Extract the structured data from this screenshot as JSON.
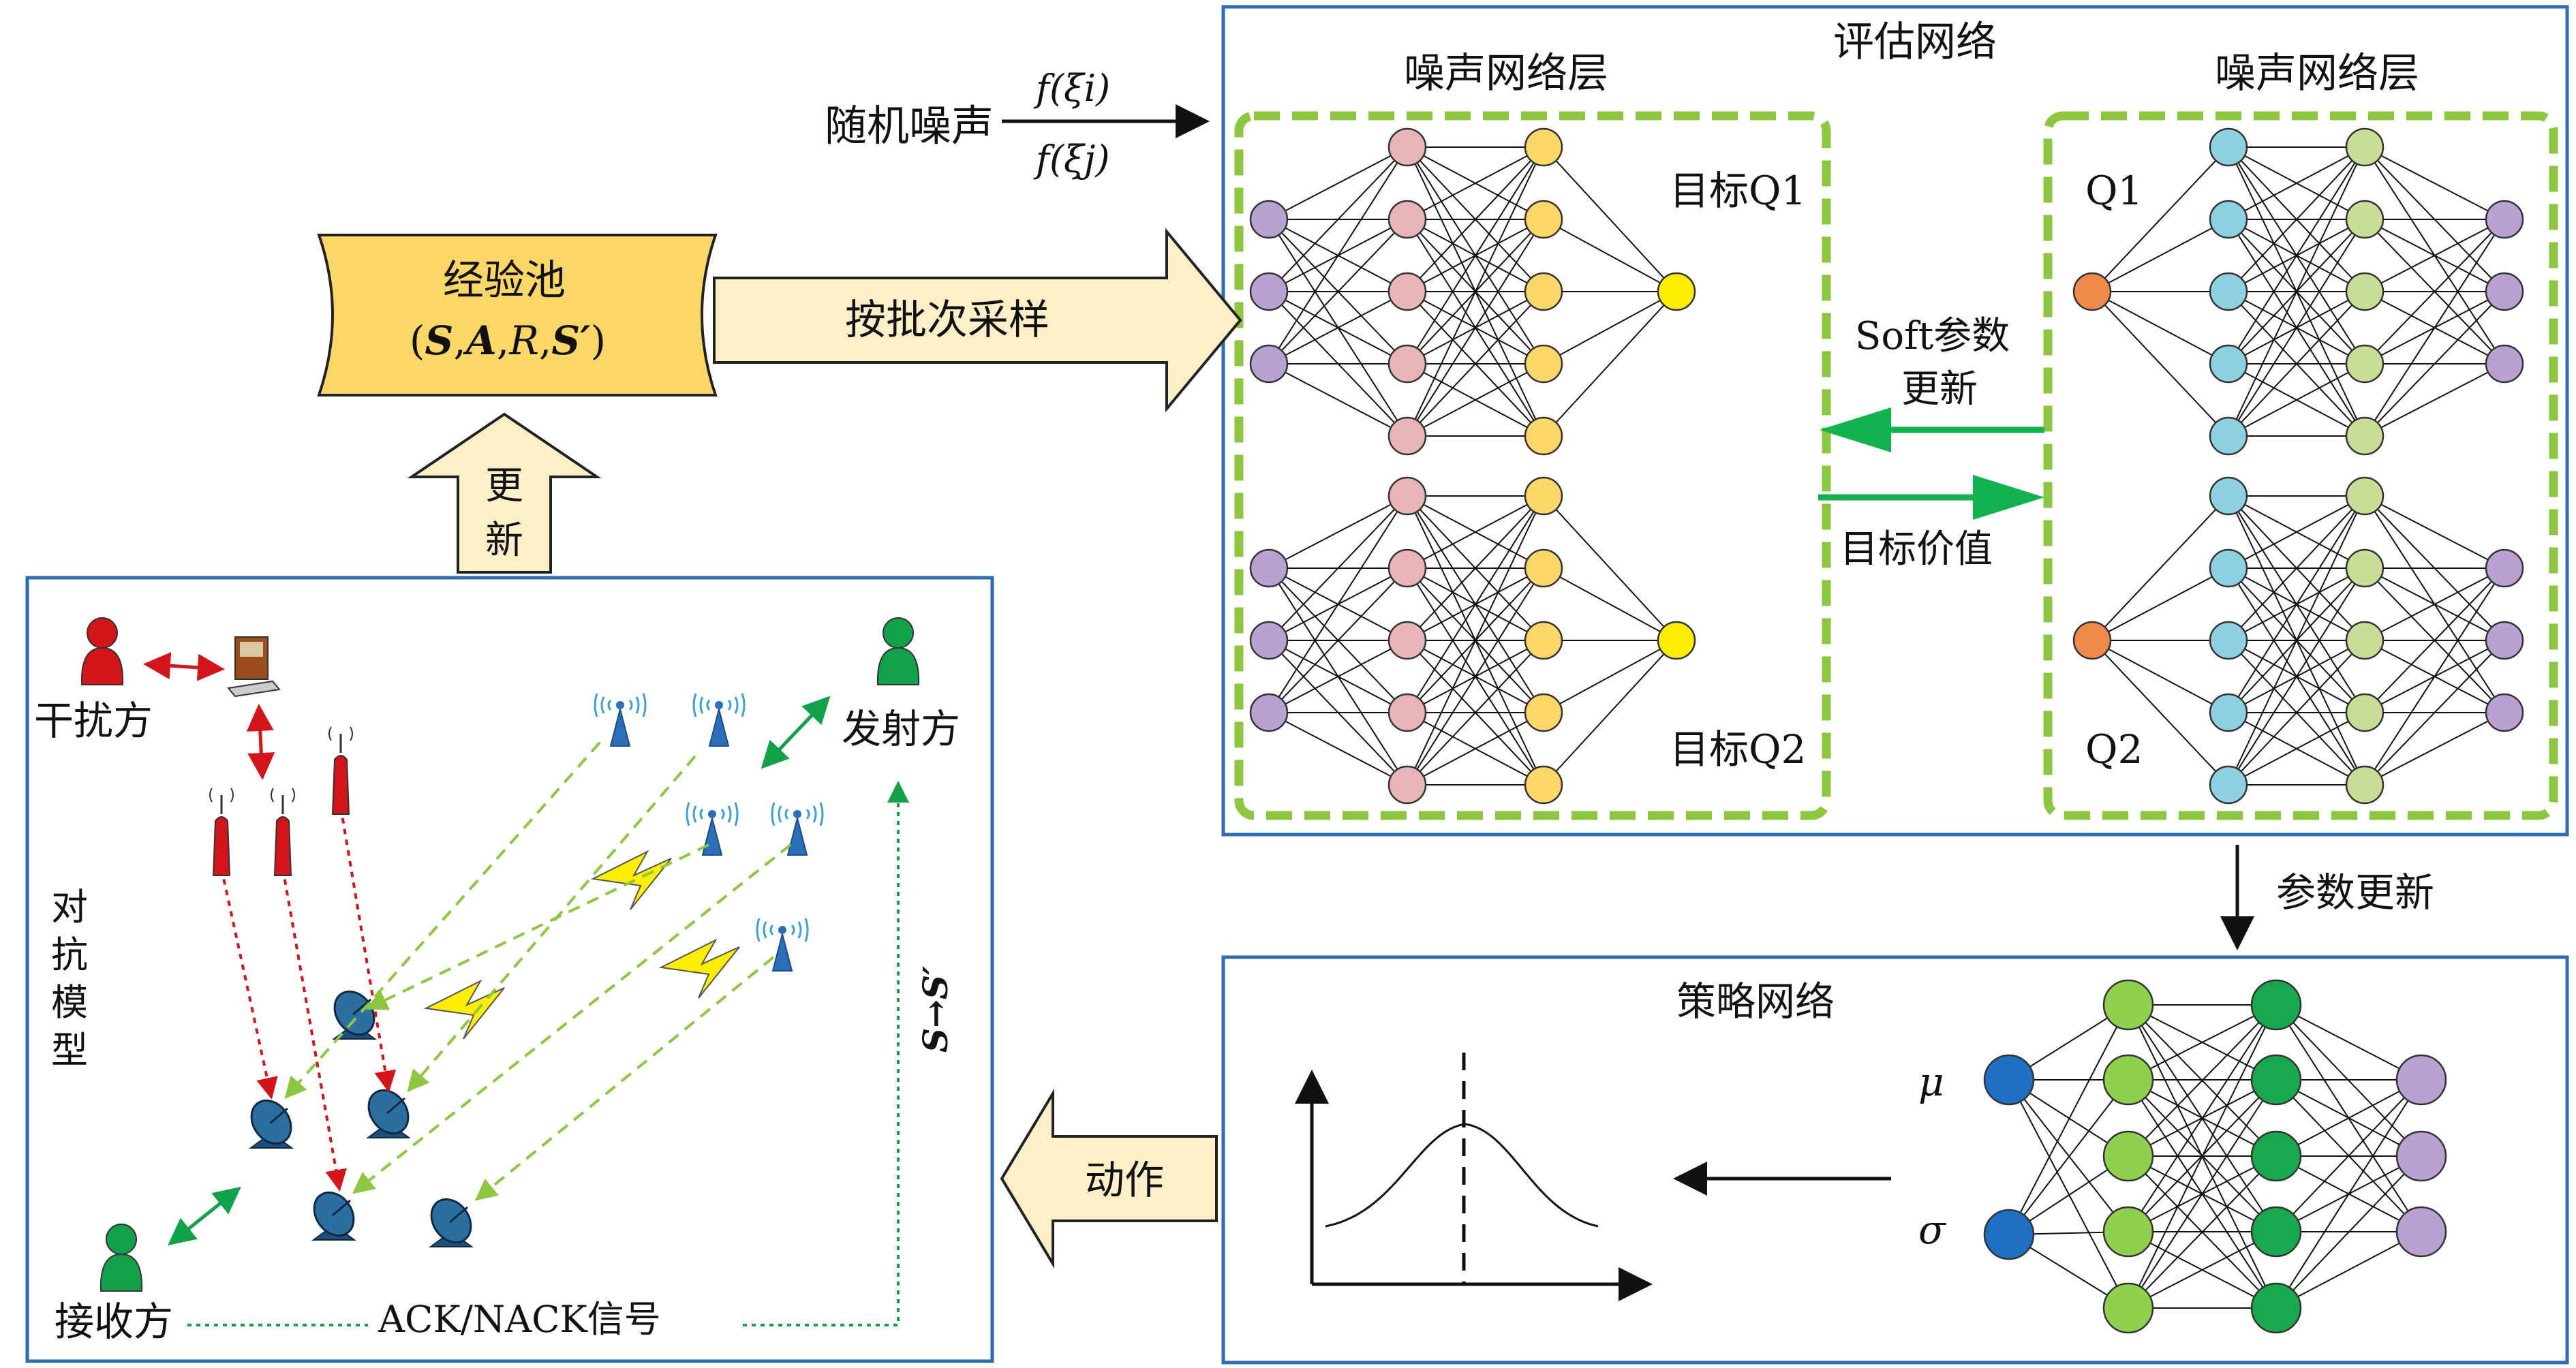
{
  "colors": {
    "frame_blue": "#2f6db3",
    "dash_green": "#8dc63f",
    "update_arrow_green": "#12b24f",
    "pool_fill": "#fcd666",
    "block_arrow_fill": "#fdefc8",
    "node_purple": "#b8a2d2",
    "node_pink": "#e8b4b8",
    "node_yellow": "#fcd666",
    "node_output_yellow": "#ffee00",
    "node_orange": "#f08a4b",
    "node_lightblue": "#8ecfe0",
    "node_olive": "#c9dd97",
    "node_policy_blue": "#1f6fc4",
    "node_policy_lightgreen": "#8fd14f",
    "node_policy_green": "#18a94e",
    "node_policy_purple": "#b8a2d2",
    "red_signal": "#d4141b",
    "green_signal": "#12a04a",
    "light_green_signal": "#8dc63f"
  },
  "labels": {
    "random_noise": "随机噪声",
    "f_xi_i": "f(ξi)",
    "f_xi_j": "f(ξj)",
    "eval_network_title": "评估网络",
    "noise_layer_left": "噪声网络层",
    "noise_layer_right": "噪声网络层",
    "target_q1": "目标Q1",
    "target_q2": "目标Q2",
    "q1": "Q1",
    "q2": "Q2",
    "soft_update_line1": "Soft参数",
    "soft_update_line2": "更新",
    "target_value": "目标价值",
    "experience_pool": "经验池",
    "pool_tuple_open": "(",
    "pool_S": "S",
    "pool_A": "A",
    "pool_R": "R",
    "pool_Sp": "S′",
    "pool_tuple_close": ")",
    "batch_sample": "按批次采样",
    "update_vertical_1": "更",
    "update_vertical_2": "新",
    "param_update": "参数更新",
    "policy_network": "策略网络",
    "mu": "μ",
    "sigma": "σ",
    "action": "动作",
    "jammer": "干扰方",
    "transmitter": "发射方",
    "receiver": "接收方",
    "adversarial_model": [
      "对",
      "抗",
      "模",
      "型"
    ],
    "ack_nack": "ACK/NACK信号",
    "state_transition": "S→S′"
  }
}
